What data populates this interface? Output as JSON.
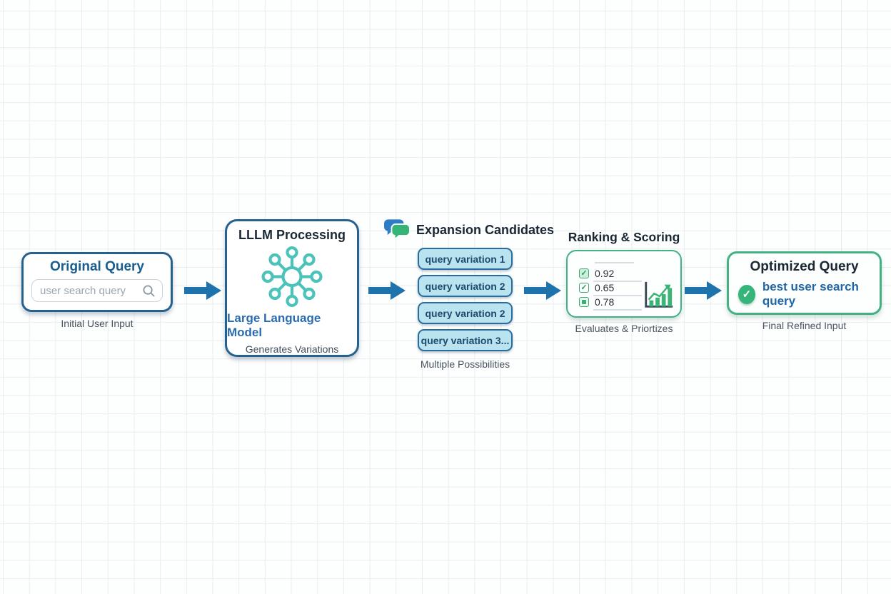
{
  "diagram": {
    "background": {
      "bg_color": "#fdfefe",
      "grid_color": "#e9edf0"
    },
    "colors": {
      "arrow_blue": "#1e73ac",
      "border_blue": "#27628f",
      "border_green": "#43b183",
      "teal_icon": "#4cc3ba",
      "chip_fill": "#b9e3ee",
      "chat_bubble_blue": "#2d7cc4",
      "chat_bubble_green": "#35b476"
    },
    "stages": [
      {
        "title": "Original Query",
        "input_placeholder": "user search query",
        "icon": "search-icon",
        "caption": "Initial User Input"
      },
      {
        "title": "LLLM Processing",
        "subtitle": "Large Language Model",
        "description": "Generates Variations",
        "icon": "network-hub-icon"
      },
      {
        "title": "Expansion Candidates",
        "icon": "chat-bubbles-icon",
        "variations": [
          "query variation 1",
          "query variation 2",
          "query variation 2",
          "query variation 3..."
        ],
        "caption": "Multiple Possibilities"
      },
      {
        "title": "Ranking & Scoring",
        "scores": [
          "0.92",
          "0.65",
          "0.78"
        ],
        "icon": "bar-chart-icon",
        "caption": "Evaluates & Priortizes"
      },
      {
        "title": "Optimized Query",
        "result": "best user search query",
        "icon": "check-circle-icon",
        "caption": "Final Refined Input"
      }
    ]
  }
}
